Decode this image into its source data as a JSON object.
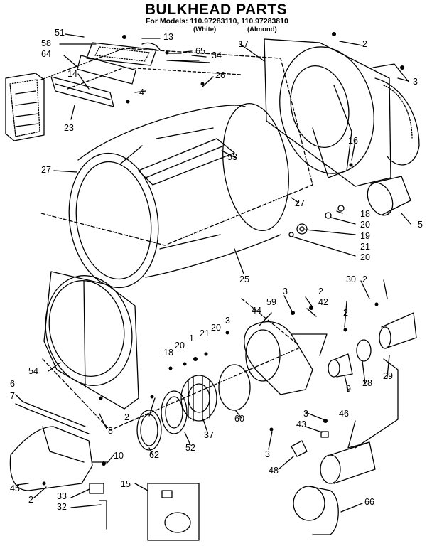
{
  "header": {
    "title": "BULKHEAD PARTS",
    "models_line": "For Models: 110.97283110, 110.97283810",
    "variant_white": "(White)",
    "variant_almond": "(Almond)"
  },
  "callouts": [
    "51",
    "13",
    "58",
    "64",
    "65",
    "34",
    "14",
    "4",
    "23",
    "26",
    "17",
    "2",
    "3",
    "53",
    "27",
    "27",
    "16",
    "18",
    "5",
    "20",
    "19",
    "21",
    "20",
    "25",
    "54",
    "3",
    "59",
    "44",
    "2",
    "42",
    "2",
    "30",
    "2",
    "6",
    "7",
    "8",
    "18",
    "20",
    "1",
    "21",
    "20",
    "3",
    "2",
    "62",
    "52",
    "37",
    "60",
    "9",
    "28",
    "29",
    "10",
    "3",
    "43",
    "46",
    "3",
    "48",
    "45",
    "2",
    "33",
    "32",
    "15",
    "66"
  ]
}
